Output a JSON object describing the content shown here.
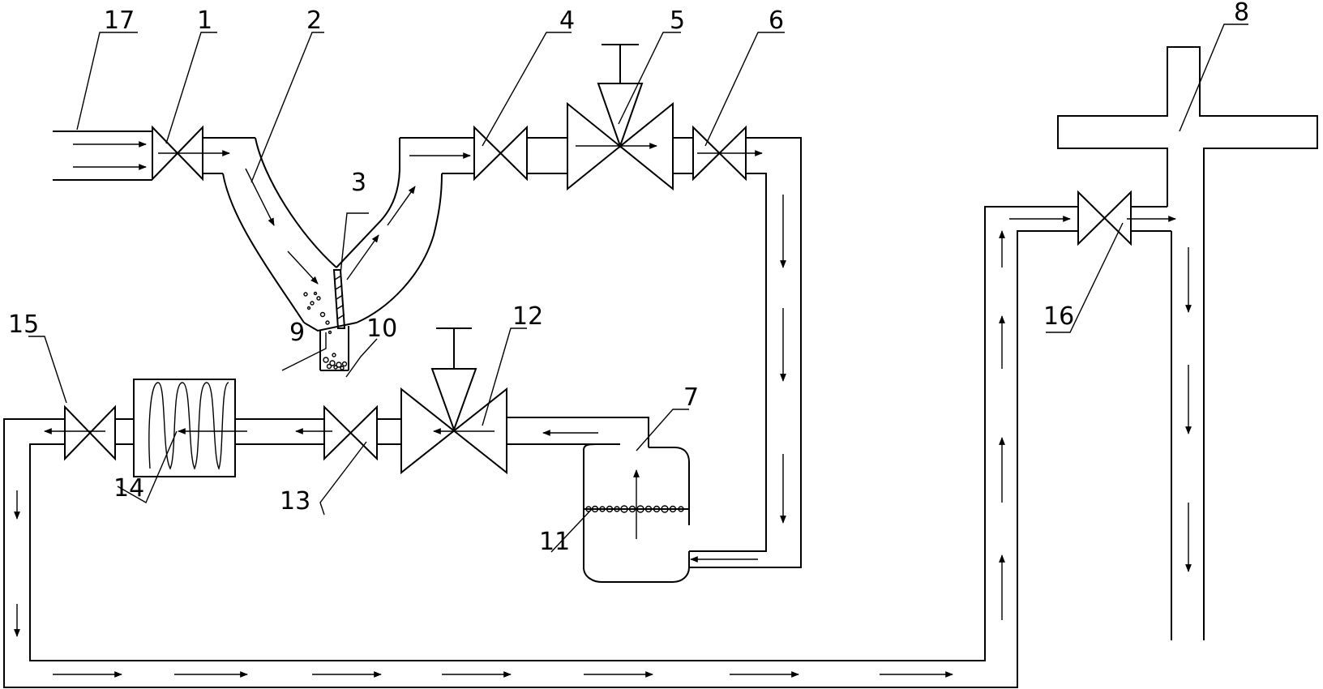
{
  "diagram": {
    "stroke_color": "#000000",
    "background": "#ffffff",
    "labels": {
      "l1": "1",
      "l2": "2",
      "l3": "3",
      "l4": "4",
      "l5": "5",
      "l6": "6",
      "l7": "7",
      "l8": "8",
      "l9": "9",
      "l10": "10",
      "l11": "11",
      "l12": "12",
      "l13": "13",
      "l14": "14",
      "l15": "15",
      "l16": "16",
      "l17": "17"
    }
  }
}
